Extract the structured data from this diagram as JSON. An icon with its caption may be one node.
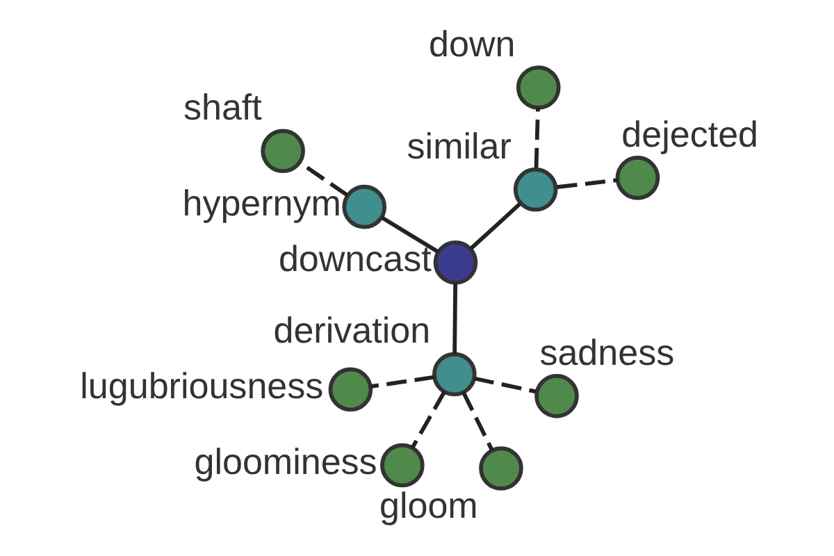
{
  "diagram": {
    "nodes": [
      {
        "text": [
          "downcast"
        ]
      },
      {
        "text": [
          "similar"
        ]
      },
      {
        "text": [
          "derivation"
        ]
      },
      {
        "text": [
          "hypernym"
        ]
      },
      {
        "text": [
          "dejected"
        ]
      },
      {
        "text": [
          "down"
        ]
      },
      {
        "text": [
          "gloominess"
        ]
      },
      {
        "text": [
          "sadness"
        ]
      },
      {
        "text": [
          "lugubriousness"
        ]
      },
      {
        "text": [
          "gloom"
        ]
      },
      {
        "text": [
          "shaft"
        ]
      }
    ],
    "edges": [
      {
        "from": 0,
        "to": 1,
        "arrow": "none"
      },
      {
        "from": 0,
        "to": 2,
        "arrow": "none"
      },
      {
        "from": 0,
        "to": 3,
        "arrow": "none"
      },
      {
        "from": 1,
        "to": 4,
        "arrow": "none",
        "style": "dashed"
      },
      {
        "from": 1,
        "to": 5,
        "arrow": "none",
        "style": "dashed"
      },
      {
        "from": 2,
        "to": 6,
        "arrow": "none",
        "style": "dashed"
      },
      {
        "from": 2,
        "to": 7,
        "arrow": "none",
        "style": "dashed"
      },
      {
        "from": 2,
        "to": 8,
        "arrow": "none",
        "style": "dashed"
      },
      {
        "from": 2,
        "to": 9,
        "arrow": "none",
        "style": "dashed"
      },
      {
        "from": 3,
        "to": 10,
        "arrow": "none",
        "style": "dashed"
      }
    ]
  }
}
